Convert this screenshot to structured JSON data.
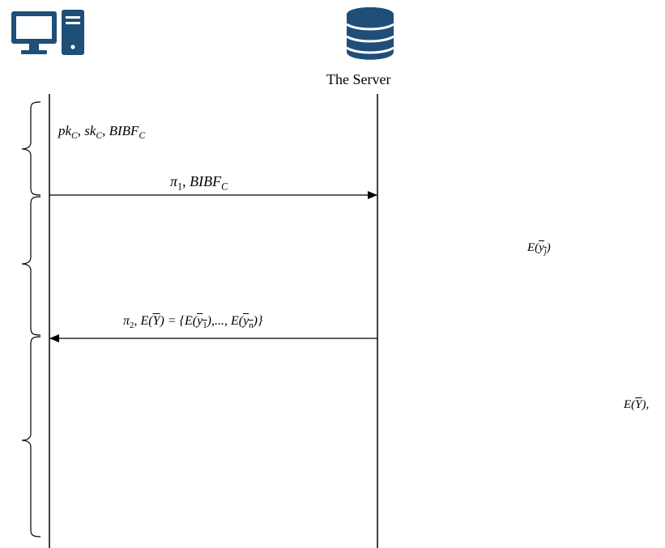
{
  "server": {
    "label": "The Server",
    "icon": "database-icon"
  },
  "client": {
    "icon": "computer-icon"
  },
  "colors": {
    "icon": "#1f4e79",
    "line": "#000000"
  },
  "labels": {
    "client_keys": {
      "pk": "pk",
      "sk": "sk",
      "bibf": "BIBF",
      "sub": "C",
      "sep": ", "
    },
    "msg1": {
      "pi": "π",
      "pi_sub": "1",
      "sep": ", ",
      "bibf": "BIBF",
      "sub": "C"
    },
    "msg2": {
      "pi": "π",
      "pi_sub": "2",
      "sep": ", ",
      "ey_prefix": "E(",
      "y_cap": "Y",
      "close": ")",
      "eq_open": " = {E(",
      "y": "y",
      "sub1": "1",
      "mid": "),..., E(",
      "subn": "n",
      "end": ")}"
    },
    "server_ey": {
      "prefix": "E(",
      "y": "y",
      "sub": "j",
      "close": ")"
    },
    "server_eY": {
      "prefix": "E(",
      "Y": "Y",
      "close": "),",
      "bar": ""
    }
  }
}
